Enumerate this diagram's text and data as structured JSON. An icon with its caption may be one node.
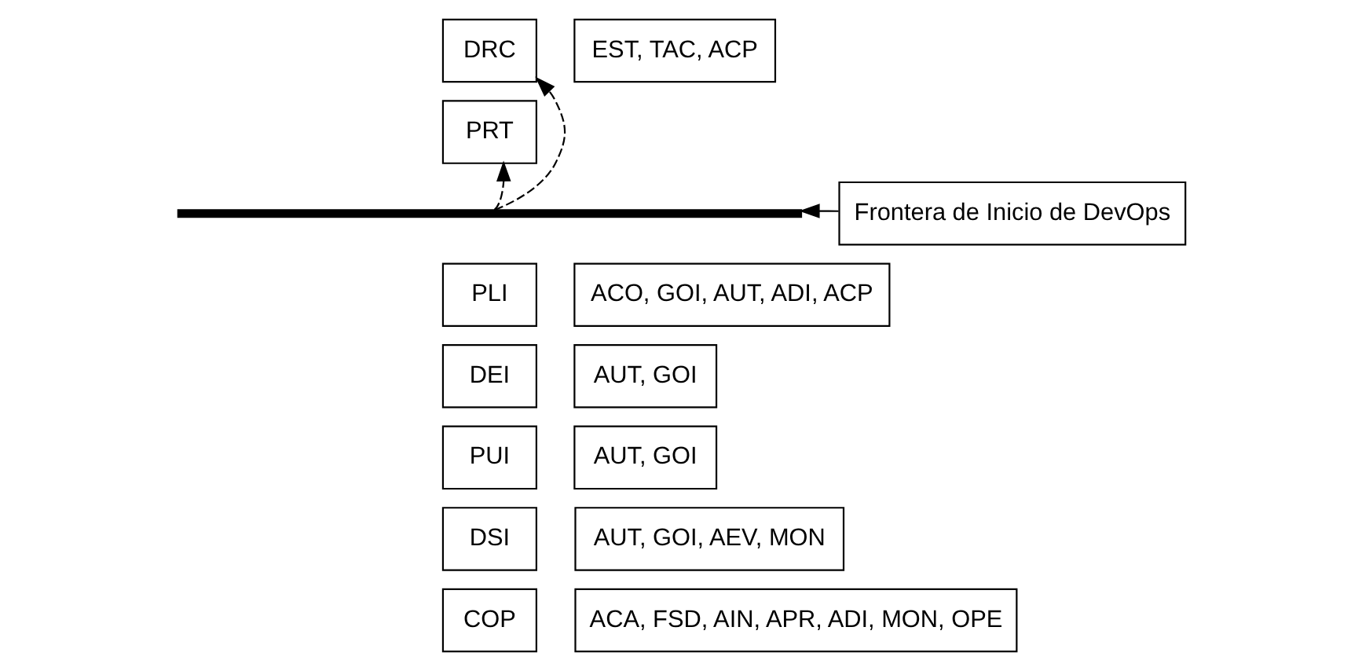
{
  "diagram": {
    "nodes": [
      {
        "text": [
          "DRC"
        ]
      },
      {
        "text": [
          "EST, TAC, ACP"
        ]
      },
      {
        "text": [
          "PRT"
        ]
      },
      {
        "text": [],
        "shape": "bar"
      },
      {
        "text": [
          "Frontera de Inicio de DevOps"
        ]
      },
      {
        "text": [
          "PLI"
        ]
      },
      {
        "text": [
          "ACO, GOI, AUT, ADI, ACP"
        ]
      },
      {
        "text": [
          "DEI"
        ]
      },
      {
        "text": [
          "AUT, GOI"
        ]
      },
      {
        "text": [
          "PUI"
        ]
      },
      {
        "text": [
          "AUT, GOI"
        ]
      },
      {
        "text": [
          "DSI"
        ]
      },
      {
        "text": [
          "AUT, GOI, AEV, MON"
        ]
      },
      {
        "text": [
          "COP"
        ]
      },
      {
        "text": [
          "ACA, FSD, AIN, APR, ADI, MON, OPE"
        ]
      }
    ],
    "edges": [
      {
        "from": 4,
        "to": 3,
        "arrow": "to"
      },
      {
        "from": 3,
        "to": 2,
        "arrow": "to",
        "style": "dashed"
      },
      {
        "from": 3,
        "to": 0,
        "arrow": "to",
        "style": "dashed"
      }
    ]
  }
}
